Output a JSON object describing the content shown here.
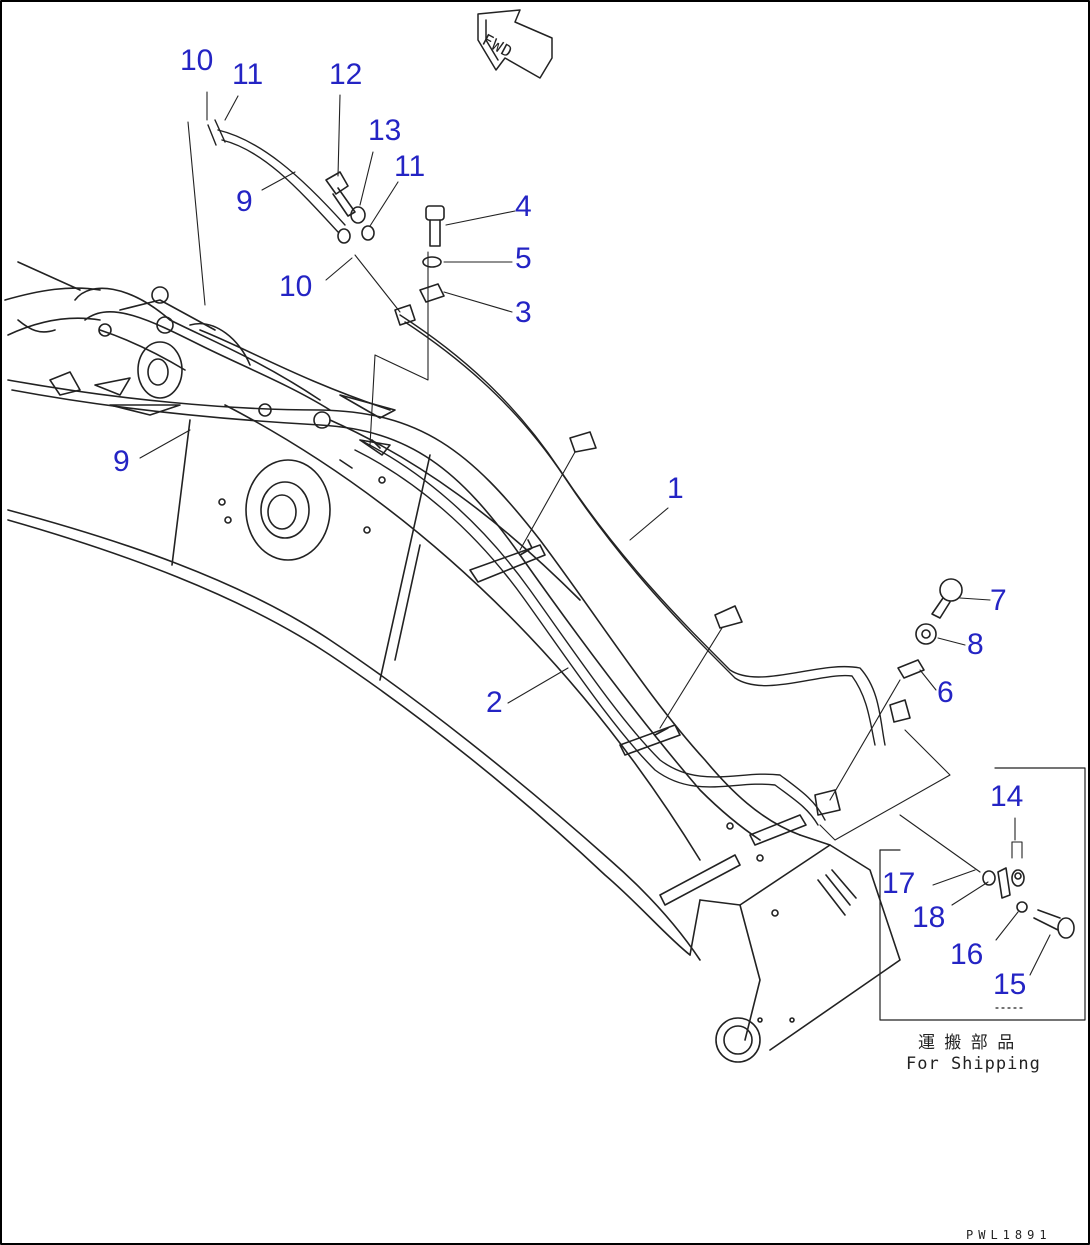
{
  "fwd_label": "FWD",
  "shipping_note": {
    "jp": "運 搬 部 品",
    "en": "For Shipping"
  },
  "drawing_code": "PWL1891",
  "callout_color": "#2424c4",
  "callouts": [
    {
      "text": "10"
    },
    {
      "text": "11"
    },
    {
      "text": "12"
    },
    {
      "text": "13"
    },
    {
      "text": "11"
    },
    {
      "text": "9"
    },
    {
      "text": "4"
    },
    {
      "text": "5"
    },
    {
      "text": "3"
    },
    {
      "text": "10"
    },
    {
      "text": "9"
    },
    {
      "text": "1"
    },
    {
      "text": "7"
    },
    {
      "text": "8"
    },
    {
      "text": "6"
    },
    {
      "text": "2"
    },
    {
      "text": "14"
    },
    {
      "text": "17"
    },
    {
      "text": "18"
    },
    {
      "text": "16"
    },
    {
      "text": "15"
    }
  ]
}
